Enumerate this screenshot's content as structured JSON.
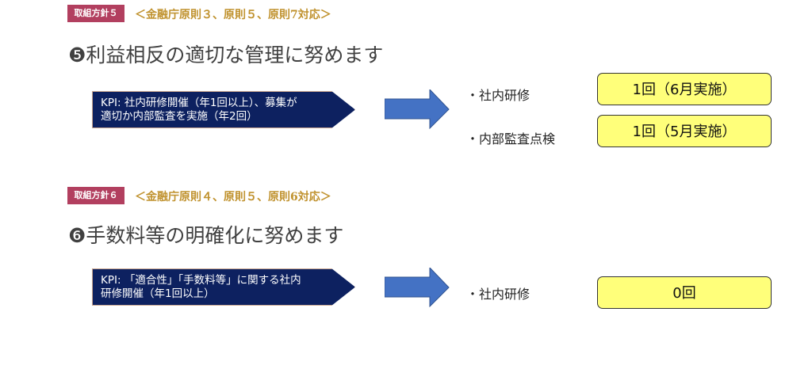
{
  "sections": [
    {
      "badge": "取組方針５",
      "subtitle": "＜金融庁原則３、原則５、原則7対応＞",
      "heading": "❺利益相反の適切な管理に努めます",
      "kpi_line1": "KPI: 社内研修開催（年1回以上）、募集が",
      "kpi_line2": "適切か内部監査を実施（年2回）",
      "results": [
        {
          "label": "・社内研修",
          "value": "1回（6月実施）"
        },
        {
          "label": "・内部監査点検",
          "value": "1回（5月実施）"
        }
      ]
    },
    {
      "badge": "取組方針６",
      "subtitle": "＜金融庁原則４、原則５、原則6対応＞",
      "heading": "❻手数料等の明確化に努めます",
      "kpi_line1": "KPI: 「適合性」「手数料等」に関する社内",
      "kpi_line2": "研修開催（年1回以上）",
      "results": [
        {
          "label": "・社内研修",
          "value": "0回"
        }
      ]
    }
  ]
}
